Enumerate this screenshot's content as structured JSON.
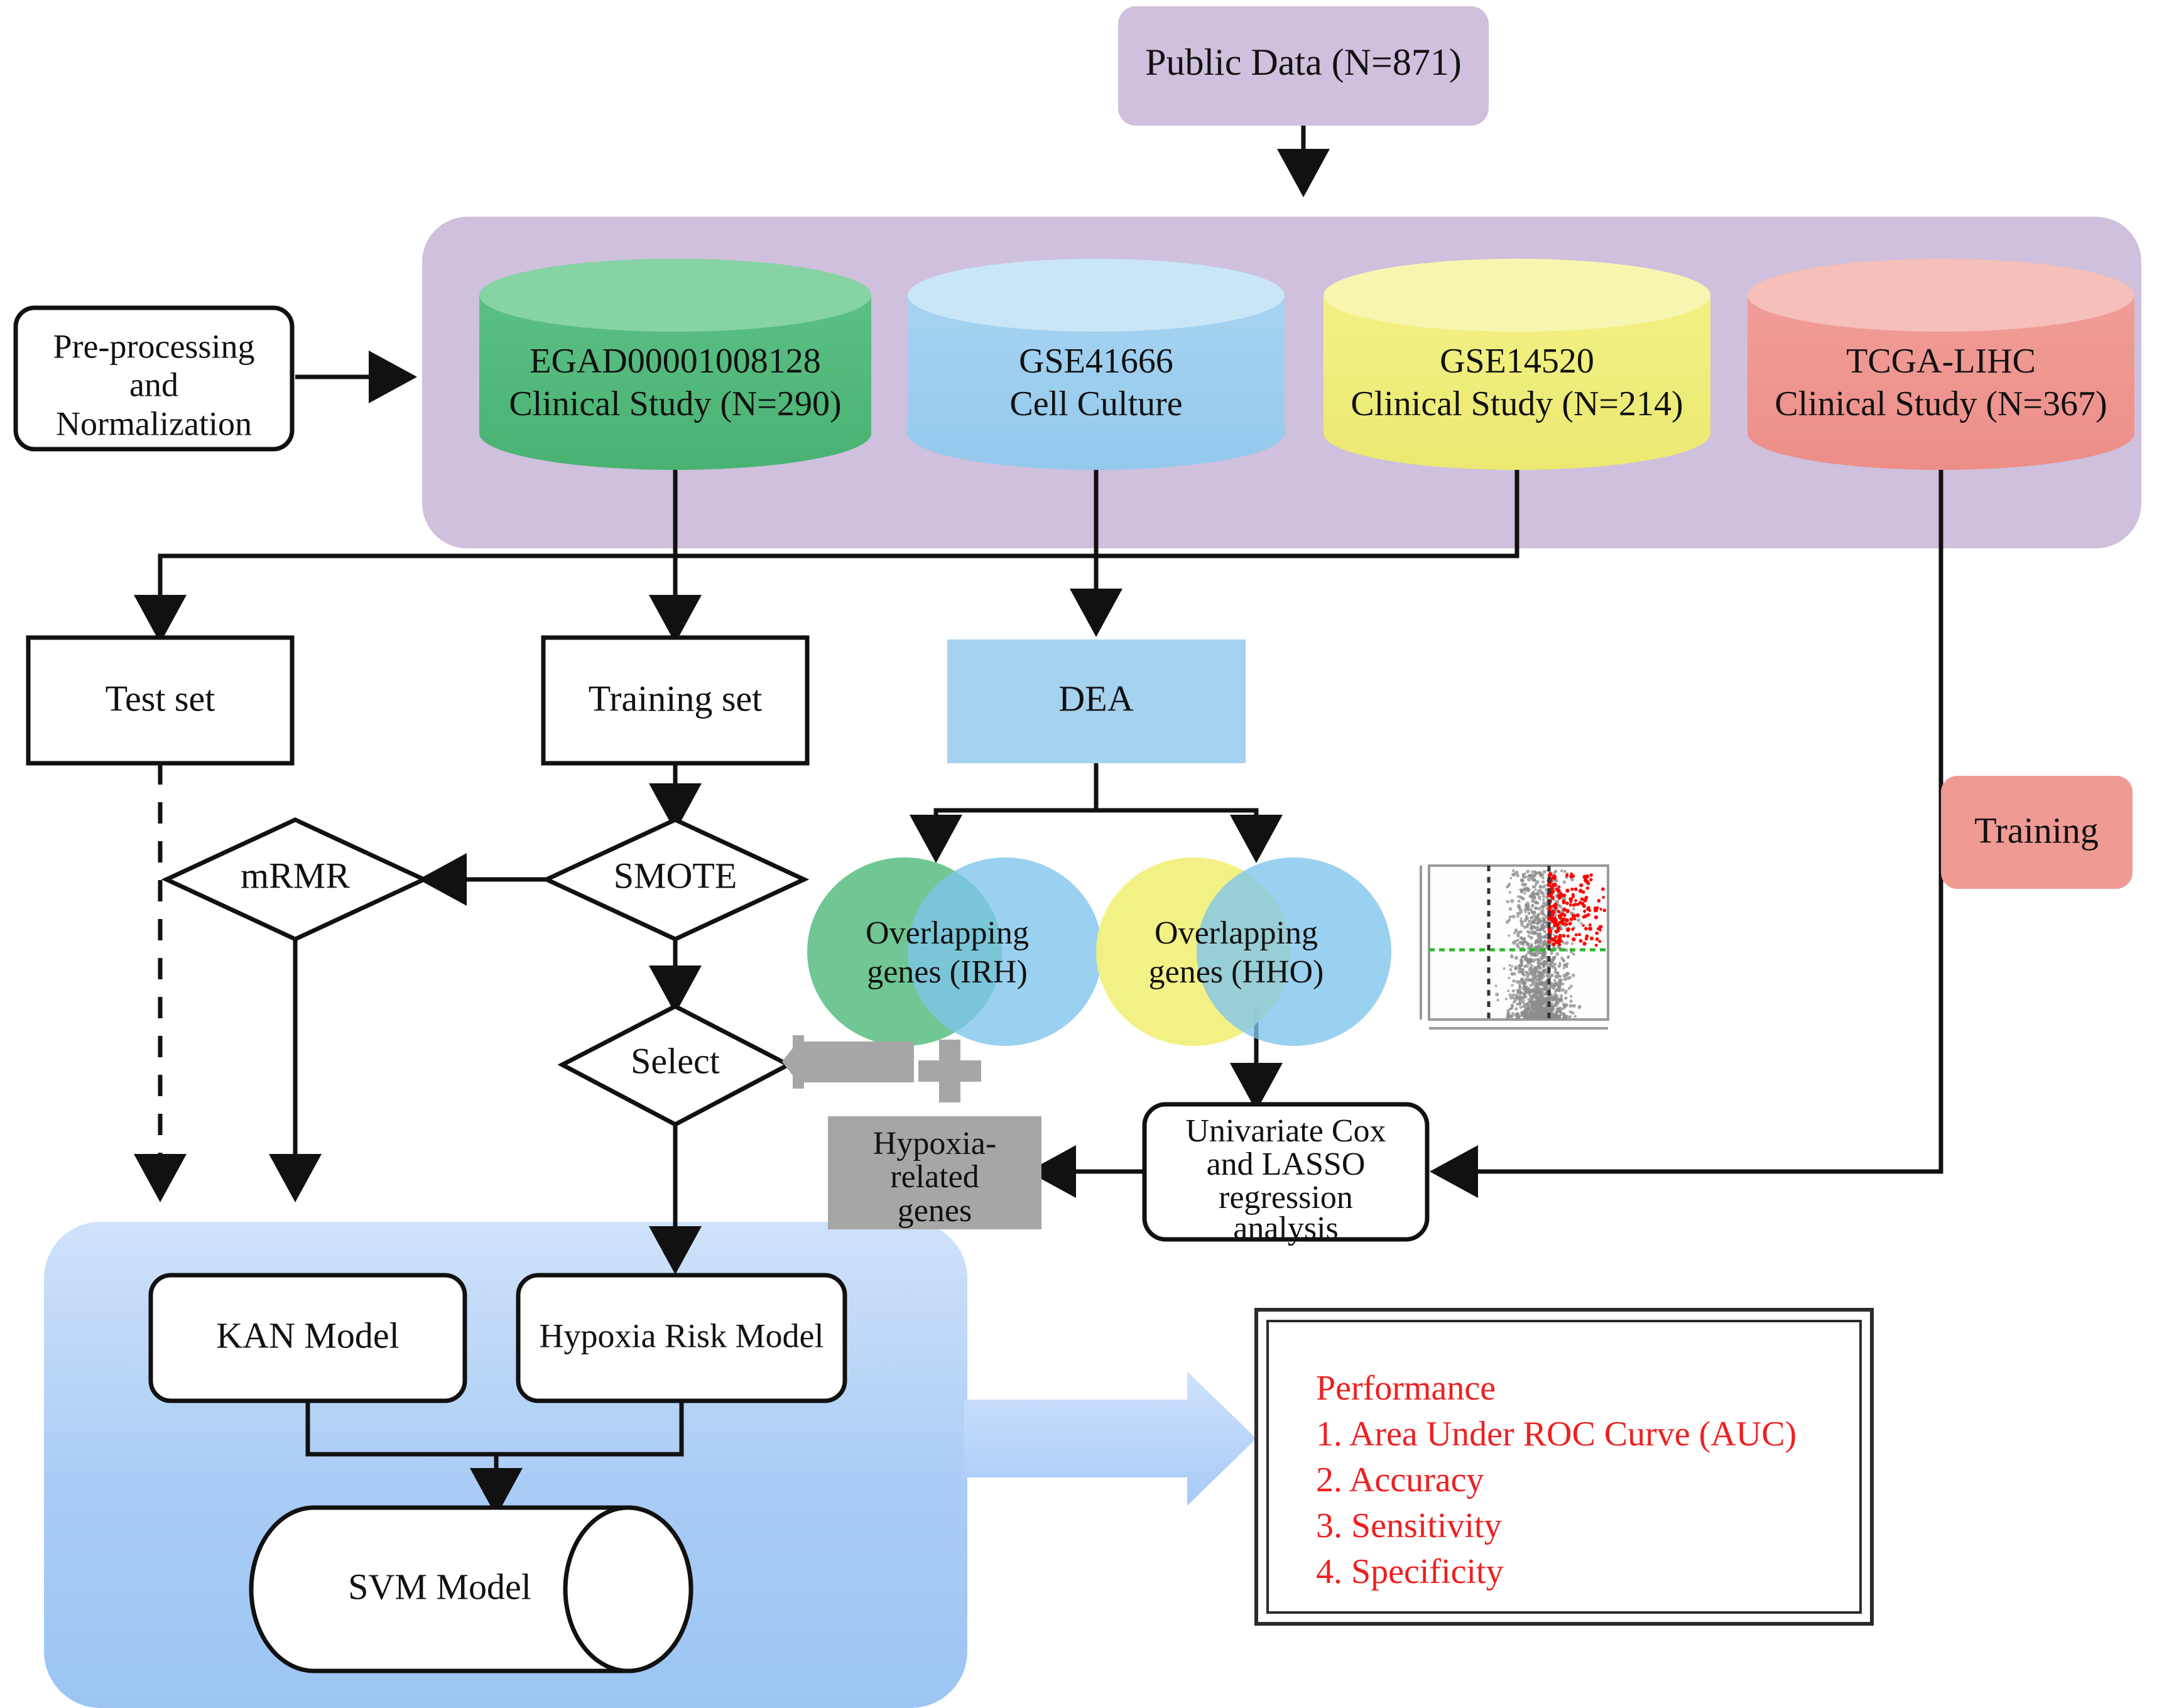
{
  "diagram": {
    "title": "Hypoxia risk model study workflow",
    "colors": {
      "purple_panel": "#cfc0dd",
      "blue_panel": "#b9d4f5",
      "green_db": "#5cbf84",
      "blue_db": "#a5d2ef",
      "yellow_db": "#f2f07e",
      "red_db": "#f09a94",
      "dea_blue": "#a5d2ef",
      "gray_box": "#a6a6a6",
      "performance_red": "#ef1f1f",
      "arrow_gray": "#a6a6a6",
      "volcano_red": "#ff0000",
      "volcano_gray": "#8c8c8c",
      "volcano_green": "#2eb82e"
    },
    "public_data": {
      "label": "Public Data (N=871)"
    },
    "preprocessing": {
      "line1": "Pre-processing",
      "line2": "and",
      "line3": "Normalization"
    },
    "databases": [
      {
        "name": "EGAD00001008128",
        "detail": "Clinical Study (N=290)",
        "color": "green"
      },
      {
        "name": "GSE41666",
        "detail": "Cell Culture",
        "color": "blue"
      },
      {
        "name": "GSE14520",
        "detail": "Clinical Study (N=214)",
        "color": "yellow"
      },
      {
        "name": "TCGA-LIHC",
        "detail": "Clinical Study (N=367)",
        "color": "red"
      }
    ],
    "test_set": {
      "label": "Test set"
    },
    "training_set": {
      "label": "Training set"
    },
    "dea": {
      "label": "DEA"
    },
    "venn": [
      {
        "line1": "Overlapping",
        "line2": "genes (IRH)",
        "left_color": "#5cbf84",
        "right_color": "#a5d2ef"
      },
      {
        "line1": "Overlapping",
        "line2": "genes (HHO)",
        "left_color": "#f2f07e",
        "right_color": "#a5d2ef"
      }
    ],
    "mrmr": {
      "label": "mRMR"
    },
    "smote": {
      "label": "SMOTE"
    },
    "select": {
      "label": "Select"
    },
    "hypoxia_genes": {
      "line1": "Hypoxia-",
      "line2": "related",
      "line3": "genes"
    },
    "cox_lasso": {
      "line1": "Univariate Cox",
      "line2": "and LASSO",
      "line3": "regression",
      "line4": "analysis"
    },
    "training_badge": {
      "label": "Training"
    },
    "kan_model": {
      "label": "KAN Model"
    },
    "hypoxia_risk_model": {
      "label": "Hypoxia Risk Model"
    },
    "svm_model": {
      "label": "SVM Model"
    },
    "performance": {
      "heading": "Performance",
      "items": [
        "1. Area Under ROC Curve (AUC)",
        "2. Accuracy",
        "3. Sensitivity",
        "4. Specificity"
      ]
    },
    "volcano_plot": {
      "name": "volcano-plot"
    }
  },
  "chart_data": {
    "type": "scatter",
    "title": "",
    "xlabel": "",
    "ylabel": "",
    "annotations": [
      "significant genes highlighted in red",
      "green dashed significance threshold",
      "two black dashed fold-change cutoffs"
    ],
    "series": [
      {
        "name": "non-significant",
        "color": "#8c8c8c"
      },
      {
        "name": "significant (up-regulated)",
        "color": "#ff0000"
      }
    ]
  }
}
